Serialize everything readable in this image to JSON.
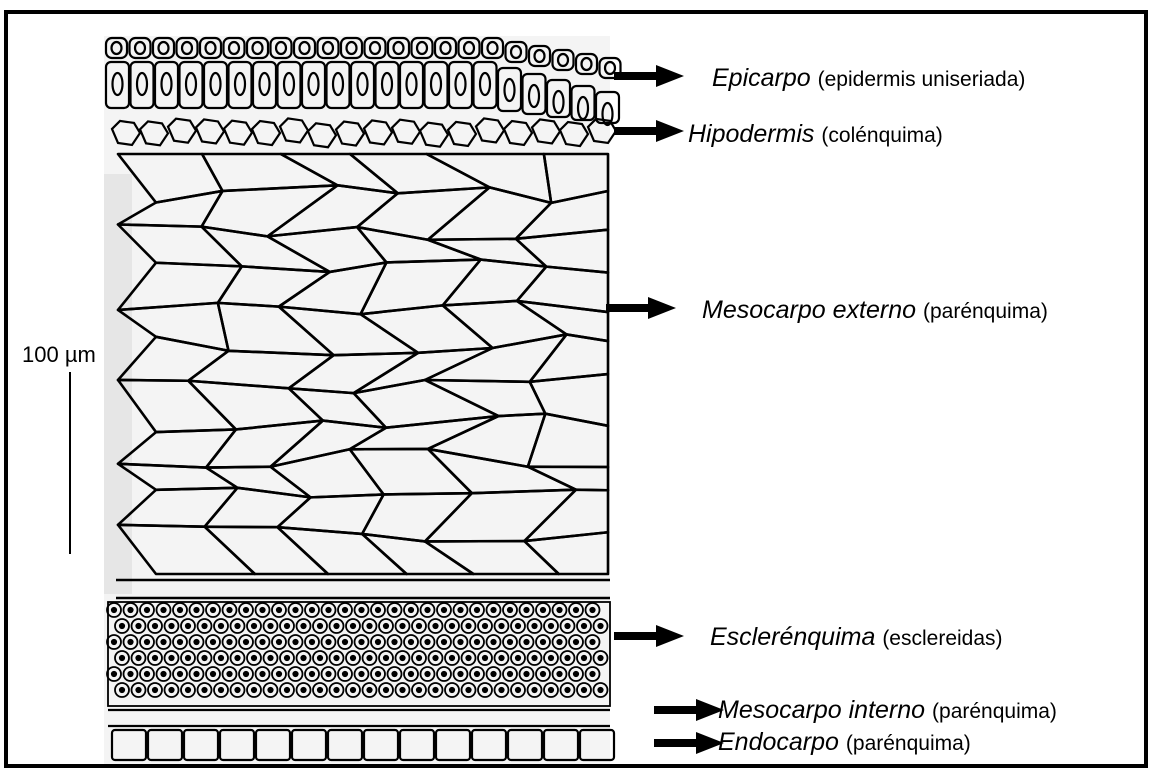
{
  "scale_bar": {
    "label": "100 µm"
  },
  "labels": [
    {
      "id": "epicarpo",
      "term": "Epicarpo",
      "desc": "(epidermis uniseriada)"
    },
    {
      "id": "hipodermis",
      "term": "Hipodermis",
      "desc": "(colénquima)"
    },
    {
      "id": "mesocarpo-externo",
      "term": "Mesocarpo externo",
      "desc": "(parénquima)"
    },
    {
      "id": "esclerenquima",
      "term": "Esclerénquima",
      "desc": "(esclereidas)"
    },
    {
      "id": "mesocarpo-interno",
      "term": "Mesocarpo interno",
      "desc": "(parénquima)"
    },
    {
      "id": "endocarpo",
      "term": "Endocarpo",
      "desc": "(parénquima)"
    }
  ],
  "colors": {
    "line": "#000000",
    "background": "#ffffff",
    "tissue_bg": "#f3f3f3"
  }
}
